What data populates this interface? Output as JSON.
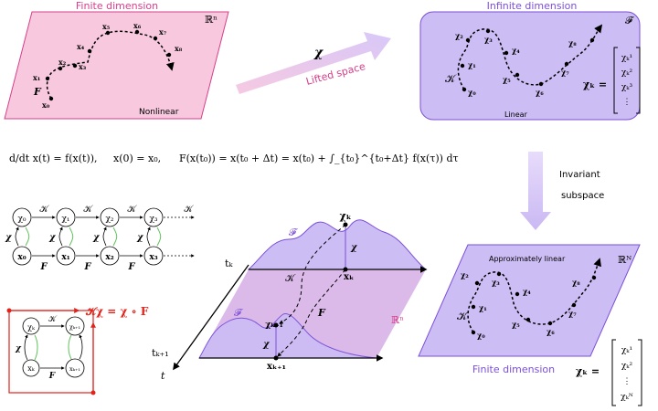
{
  "finite_panel": {
    "title": "Finite dimension",
    "space_label": "ℝⁿ",
    "corner_label": "Nonlinear",
    "points": [
      "x₀",
      "x₁",
      "x₂",
      "x₃",
      "x₄",
      "x₅",
      "x₆",
      "x₇",
      "x₈"
    ],
    "map_label": "F"
  },
  "lift": {
    "symbol": "χ",
    "label": "Lifted space"
  },
  "infinite_panel": {
    "title": "Infinite dimension",
    "space_label": "𝓕",
    "corner_label": "Linear",
    "points": [
      "χ₀",
      "χ₁",
      "χ₂",
      "χ₃",
      "χ₄",
      "χ₅",
      "χ₆",
      "χ₇",
      "χ₈"
    ],
    "operator_label": "𝒦",
    "vector_lhs": "χₖ =",
    "vector_entries": [
      "χₖ¹",
      "χₖ²",
      "χₖ³",
      "⋮"
    ]
  },
  "invariant": {
    "line1": "Invariant",
    "line2": "subspace"
  },
  "equation": {
    "ode": "d/dt x(t) = f(x(t)),",
    "ic": "x(0) = x₀,",
    "flow": "F(x(t₀)) = x(t₀ + Δt) = x(t₀) + ∫_{t₀}^{t₀+Δt} f(x(τ)) dτ"
  },
  "chain": {
    "top": [
      "χ₀",
      "χ₁",
      "χ₂",
      "χ₃"
    ],
    "bottom": [
      "x₀",
      "x₁",
      "x₂",
      "x₃"
    ],
    "koopman": "𝒦",
    "flow": "F",
    "lift": "χ"
  },
  "commute": {
    "title": "𝒦χ = χ ∘ F",
    "top_left": "χₖ",
    "top_right": "χₖ₊₁",
    "bottom_left": "xₖ",
    "bottom_right": "xₖ₊₁",
    "top_arrow": "𝒦",
    "bottom_arrow": "F",
    "side": "χ"
  },
  "center": {
    "tk": "tₖ",
    "tk1": "tₖ₊₁",
    "t": "t",
    "F_upper": "𝓕",
    "F_lower": "𝓕",
    "chi_k": "χₖ",
    "chi_k1": "χₖ₊₁",
    "chi_mid": "χ",
    "chi_low": "χ",
    "x_k": "xₖ",
    "x_k1": "xₖ₊₁",
    "K": "𝒦",
    "Fmap": "F",
    "Rn": "ℝⁿ"
  },
  "approx_panel": {
    "title": "Finite dimension",
    "space_label": "ℝᴺ",
    "corner_label": "Approximately linear",
    "points": [
      "χ₀",
      "χ₁",
      "χ₂",
      "χ₃",
      "χ₄",
      "χ₅",
      "χ₆",
      "χ₇",
      "χ₈"
    ],
    "operator_label": "𝒦",
    "vector_lhs": "χₖ =",
    "vector_entries": [
      "χₖ¹",
      "χₖ²",
      "⋮",
      "χₖᴺ"
    ]
  },
  "colors": {
    "pink_fill": "#f7c8de",
    "pink_stroke": "#d63f8a",
    "purple_fill": "#cdbdf5",
    "purple_stroke": "#7b4fd8",
    "arrow_fill": "#d8c8f8",
    "green": "#5fc15a",
    "red": "#e0231b"
  }
}
